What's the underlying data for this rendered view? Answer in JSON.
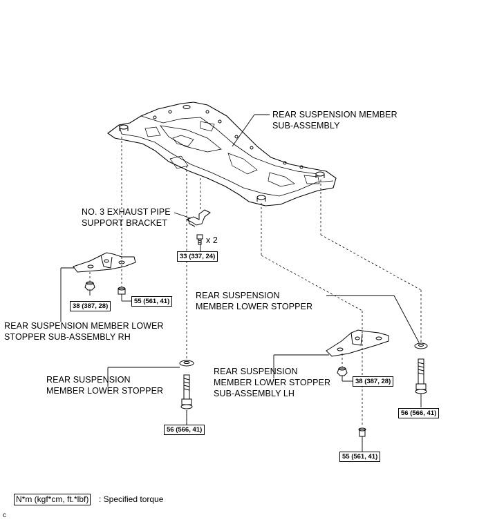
{
  "labels": {
    "member": [
      "REAR SUSPENSION MEMBER",
      "SUB-ASSEMBLY"
    ],
    "bracket": [
      "NO. 3 EXHAUST PIPE",
      "SUPPORT BRACKET"
    ],
    "bolt_count": "x 2",
    "stopper_upper": [
      "REAR SUSPENSION",
      "MEMBER LOWER STOPPER"
    ],
    "stopper_rh": [
      "REAR SUSPENSION MEMBER LOWER",
      "STOPPER SUB-ASSEMBLY RH"
    ],
    "stopper_lower": [
      "REAR SUSPENSION",
      "MEMBER LOWER STOPPER"
    ],
    "stopper_lh": [
      "REAR SUSPENSION",
      "MEMBER LOWER STOPPER",
      "SUB-ASSEMBLY LH"
    ]
  },
  "torques": {
    "bracket_bolt": "33 (337, 24)",
    "rh_nut": "38 (387, 28)",
    "rh_bolt": "55 (561, 41)",
    "front_left_bolt": "56 (566, 41)",
    "lh_nut": "38 (387, 28)",
    "front_right_bolt": "56 (566, 41)",
    "lh_bolt": "55 (561, 41)"
  },
  "legend": {
    "unit": "N*m (kgf*cm, ft.*lbf)",
    "description": ": Specified torque"
  },
  "corner_mark": "c"
}
